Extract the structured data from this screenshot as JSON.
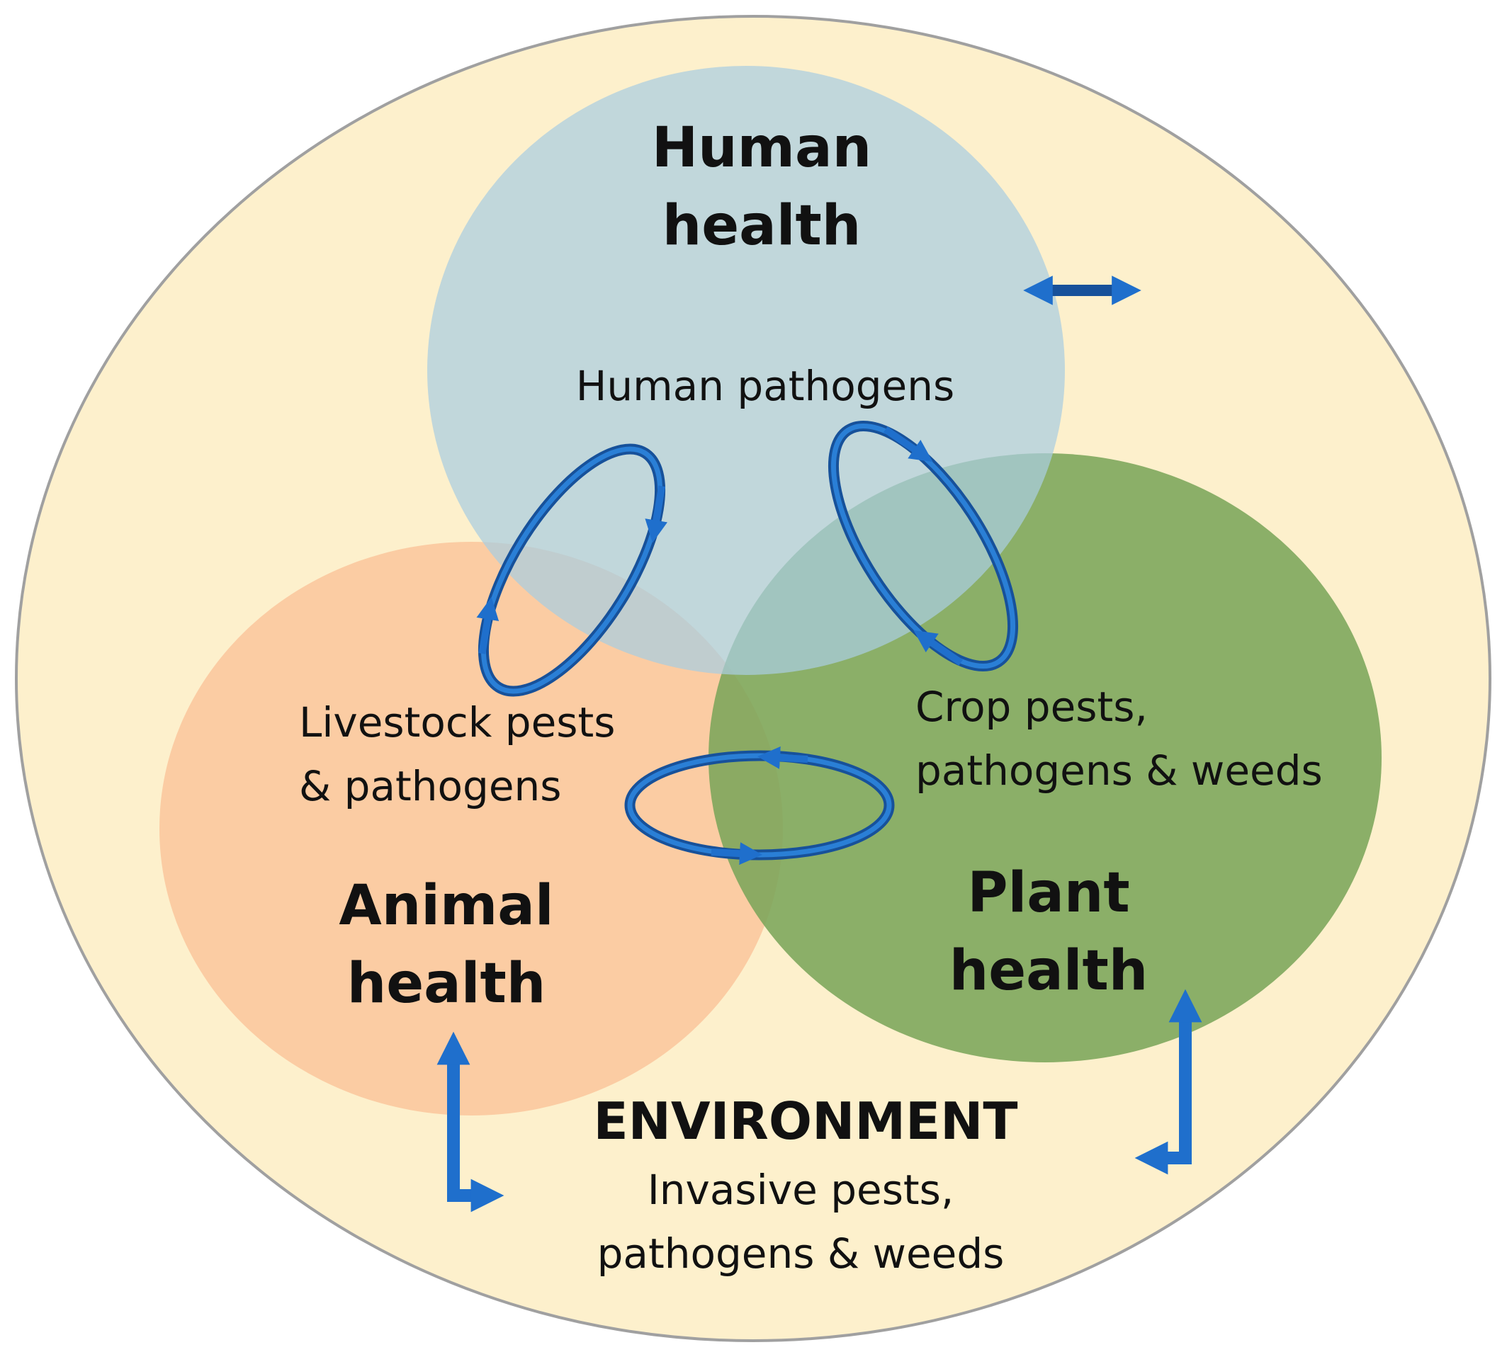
{
  "labels": {
    "human_line1": "Human",
    "human_line2": "health",
    "human_pathogens": "Human pathogens",
    "livestock_line1": "Livestock pests",
    "livestock_line2": "& pathogens",
    "crop_line1": "Crop pests,",
    "crop_line2": "pathogens & weeds",
    "animal_line1": "Animal",
    "animal_line2": "health",
    "plant_line1": "Plant",
    "plant_line2": "health",
    "environment": "ENVIRONMENT",
    "invasive_line1": "Invasive pests,",
    "invasive_line2": "pathogens & weeds"
  },
  "colors": {
    "environment_fill": "#fdf0cc",
    "environment_stroke": "#a0a0a0",
    "human_fill": "#a9cde0",
    "animal_fill": "#fbc9a0",
    "plant_fill": "#7ba55a",
    "arrow": "#1f6fcc",
    "arrow_dark": "#17519a"
  },
  "icons": {
    "cycle_arrow": "circular-cycle-arrow-icon",
    "double_arrow": "double-headed-arrow-icon",
    "elbow_arrow": "elbow-double-arrow-icon"
  }
}
